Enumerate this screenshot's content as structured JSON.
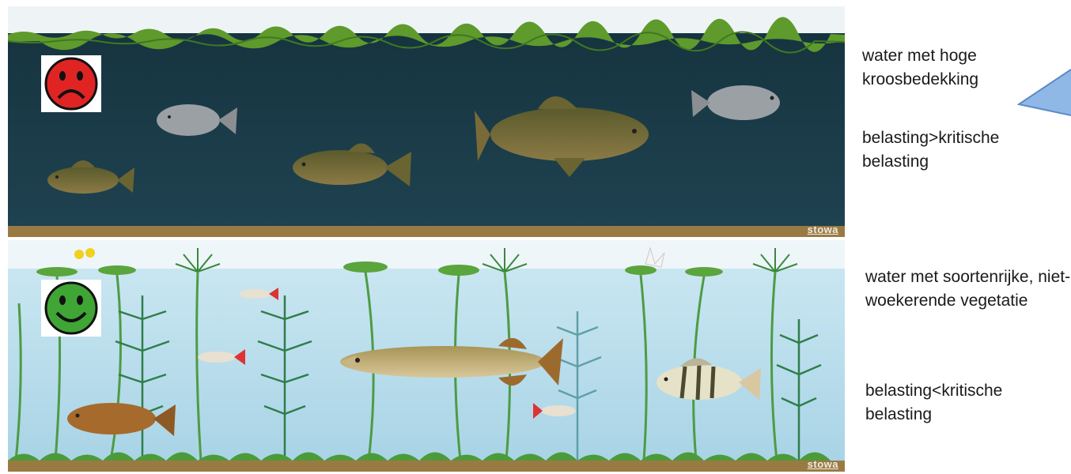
{
  "top_panel": {
    "credit": "stowa",
    "face": "sad-face-icon",
    "water_color": "#1d3b46",
    "duckweed_color": "#5f9a2c",
    "sediment_color": "#9a7a43"
  },
  "bottom_panel": {
    "credit": "stowa",
    "face": "happy-face-icon",
    "water_color": "#b5dcea",
    "plant_color": "#2f7d4a",
    "sediment_color": "#9a7a43"
  },
  "labels": {
    "top_description": "water met hoge kroosbedekking",
    "top_condition": "belasting>kritische belasting",
    "bottom_description": "water met soortenrijke, niet-woekerende vegetatie",
    "bottom_condition": "belasting<kritische belasting"
  },
  "callout": {
    "color": "#6fa8dc"
  }
}
